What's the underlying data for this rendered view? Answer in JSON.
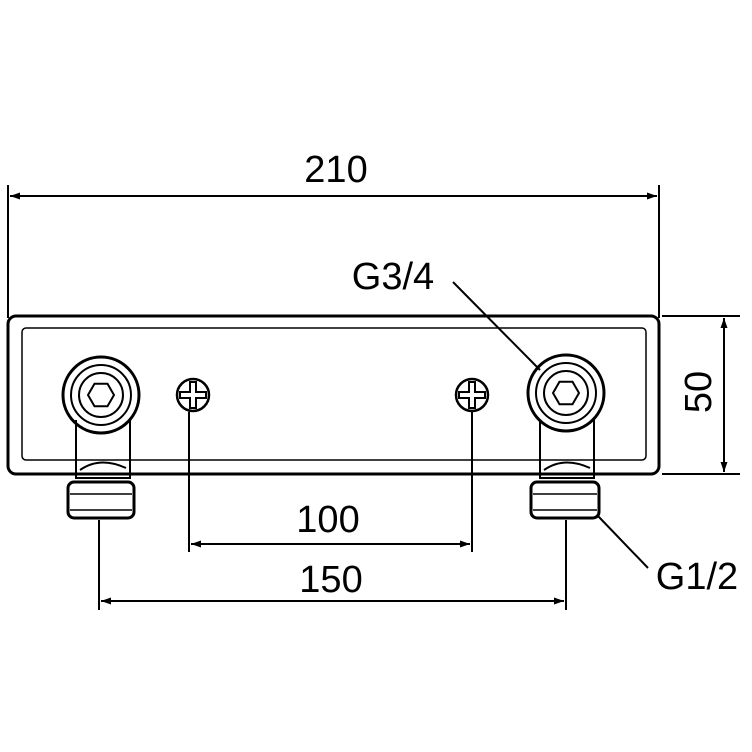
{
  "dimensions": {
    "overall_width": "210",
    "height": "50",
    "screw_spacing": "100",
    "outlet_spacing": "150"
  },
  "callouts": {
    "top_connection": "G3/4",
    "bottom_connection": "G1/2"
  },
  "colors": {
    "line": "#000000",
    "background": "#ffffff"
  }
}
